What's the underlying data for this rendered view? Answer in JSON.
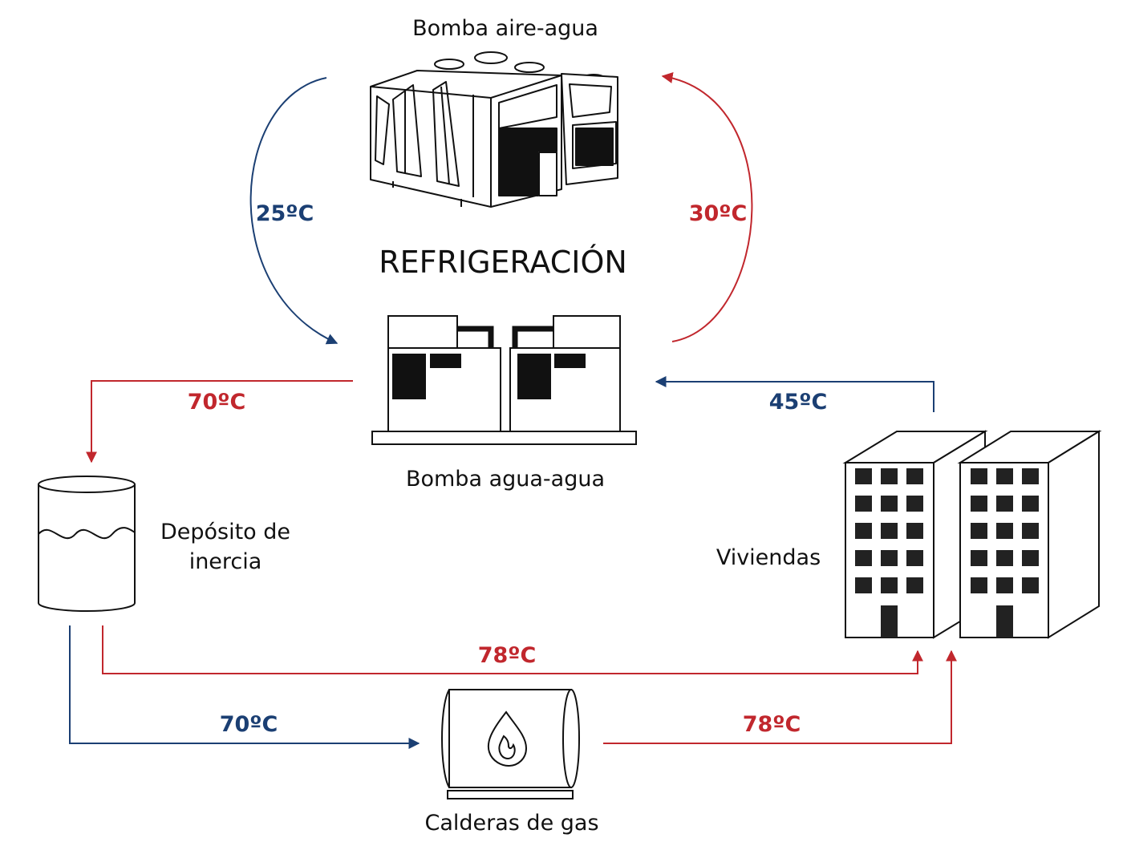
{
  "colors": {
    "hot": "#c1272d",
    "cold": "#1b3f73",
    "outline": "#111111",
    "fill": "#ffffff"
  },
  "labels": {
    "air_water_pump": "Bomba aire-agua",
    "water_water_pump": "Bomba agua-agua",
    "refrigeration": "REFRIGERACIÓN",
    "inertia_tank_line1": "Depósito de",
    "inertia_tank_line2": "inercia",
    "dwellings": "Viviendas",
    "gas_boilers": "Calderas de gas"
  },
  "temperatures": {
    "air_return": "25ºC",
    "air_supply": "30ºC",
    "to_tank": "70ºC",
    "from_dwellings": "45ºC",
    "tank_to_dwellings": "78ºC",
    "tank_to_boilers": "70ºC",
    "boilers_to_dwellings": "78ºC"
  },
  "icons": {
    "air_water_pump": "air-water-heat-pump-icon",
    "water_water_pump": "water-water-heat-pump-icon",
    "tank": "inertia-tank-icon",
    "buildings": "apartment-buildings-icon",
    "boiler": "gas-boiler-icon",
    "flame": "flame-icon"
  }
}
